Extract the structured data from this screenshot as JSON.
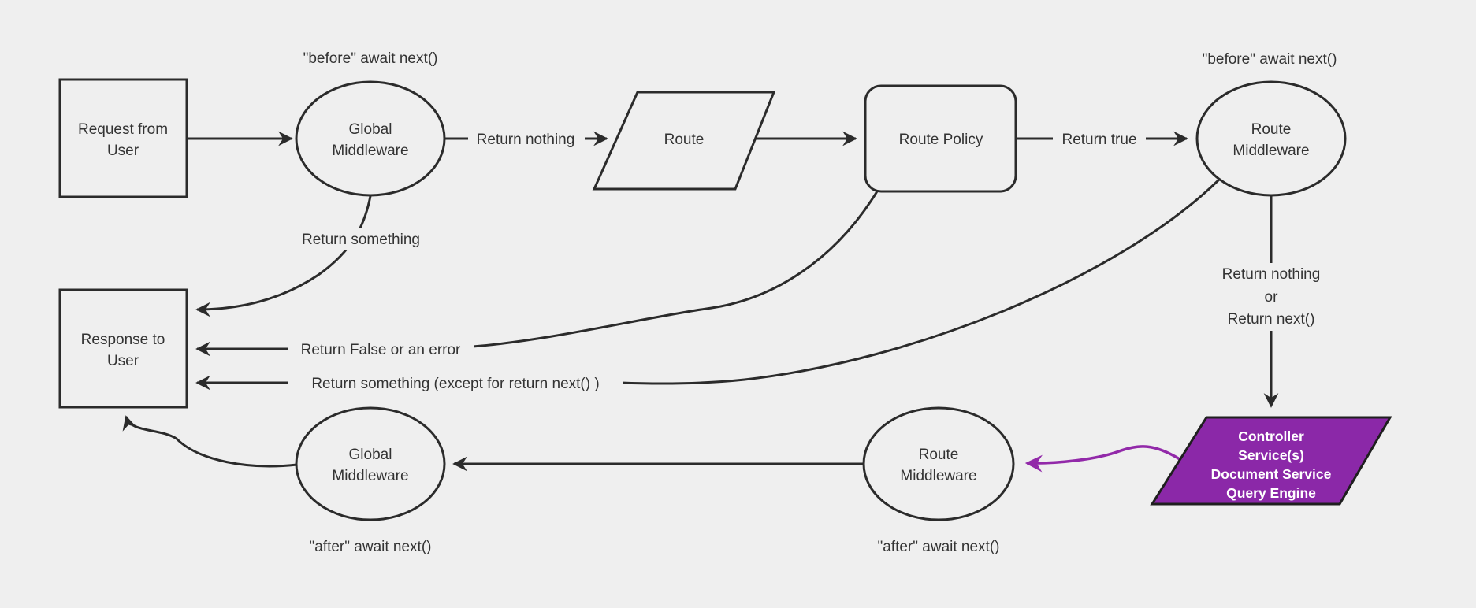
{
  "diagram": {
    "type": "flowchart",
    "colors": {
      "background": "#efefef",
      "line": "#2b2b2b",
      "text": "#333333",
      "node_fill": "#efefef",
      "controller_fill": "#8b28a8",
      "controller_border": "#1f1f1f",
      "controller_text": "#ffffff",
      "purple_arrow": "#9229a9"
    },
    "nodes": {
      "request": {
        "lines": [
          "Request from",
          "User"
        ]
      },
      "global_middleware_top": {
        "lines": [
          "Global",
          "Middleware"
        ]
      },
      "route": {
        "lines": [
          "Route"
        ]
      },
      "route_policy": {
        "lines": [
          "Route Policy"
        ]
      },
      "route_middleware_top": {
        "lines": [
          "Route",
          "Middleware"
        ]
      },
      "response": {
        "lines": [
          "Response to",
          "User"
        ]
      },
      "global_middleware_bottom": {
        "lines": [
          "Global",
          "Middleware"
        ]
      },
      "route_middleware_bottom": {
        "lines": [
          "Route",
          "Middleware"
        ]
      },
      "controller": {
        "lines": [
          "Controller",
          "Service(s)",
          "Document Service",
          "Query Engine"
        ]
      }
    },
    "edge_labels": {
      "return_nothing": "Return nothing",
      "return_true": "Return true",
      "return_something": "Return something",
      "return_false": "Return False or an error",
      "return_something_except": "Return something (except for return next() )",
      "return_nothing_or_next": {
        "lines": [
          "Return nothing",
          "or",
          "Return next()"
        ]
      }
    },
    "annotations": {
      "before_left": "\"before\" await next()",
      "before_right": "\"before\" await next()",
      "after_left": "\"after\" await next()",
      "after_right": "\"after\" await next()"
    }
  }
}
